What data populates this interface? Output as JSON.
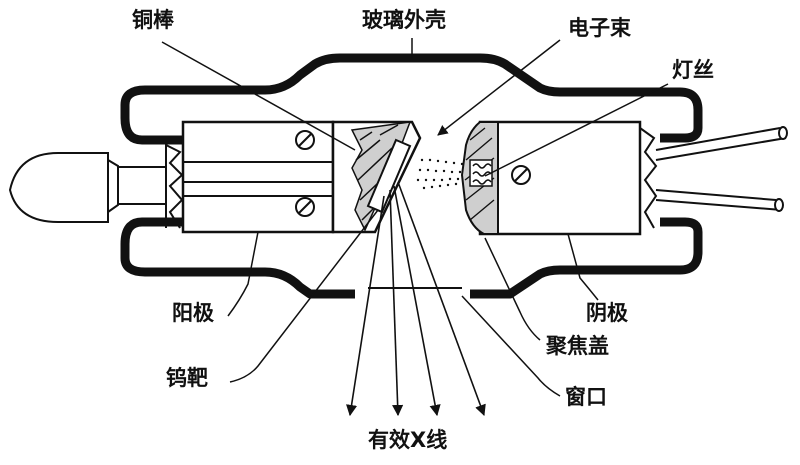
{
  "labels": {
    "copper_rod": "铜棒",
    "glass_envelope": "玻璃外壳",
    "electron_beam": "电子束",
    "filament": "灯丝",
    "anode": "阳极",
    "cathode": "阴极",
    "focusing_cup": "聚焦盖",
    "tungsten_target": "钨靶",
    "window": "窗口",
    "useful_xray": "有效X线"
  },
  "colors": {
    "ink": "#111111",
    "paper": "#ffffff"
  }
}
